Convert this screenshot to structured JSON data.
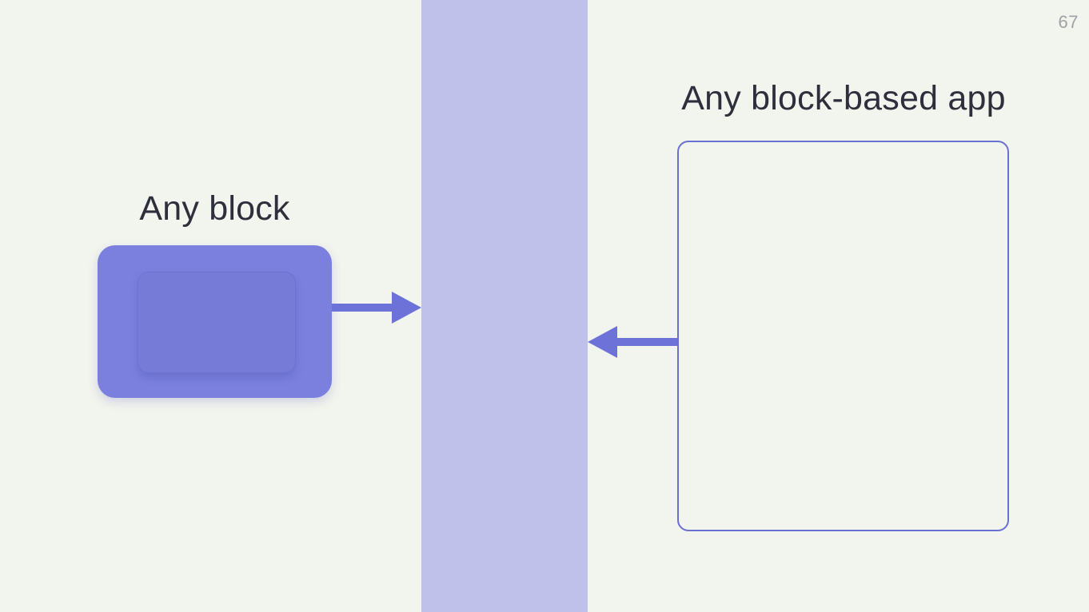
{
  "page": {
    "page_number": "67"
  },
  "colors": {
    "background": "#f2f4ee",
    "band": "#bfc1ea",
    "block_fill": "#7b80de",
    "block_inner_fill": "#767bd8",
    "arrow": "#6d72d9",
    "outline_border": "#6a70d2",
    "heading_text": "#2e2f3c",
    "page_number_text": "#a0a2a6"
  },
  "diagram": {
    "center_band": {
      "name": "center-band"
    },
    "left": {
      "label": "Any block"
    },
    "right": {
      "label": "Any block-based app"
    },
    "arrows": [
      {
        "name": "arrow-right-icon",
        "direction": "right",
        "from": "any-block",
        "to": "center-band"
      },
      {
        "name": "arrow-left-icon",
        "direction": "left",
        "from": "any-block-based-app",
        "to": "center-band"
      }
    ]
  }
}
